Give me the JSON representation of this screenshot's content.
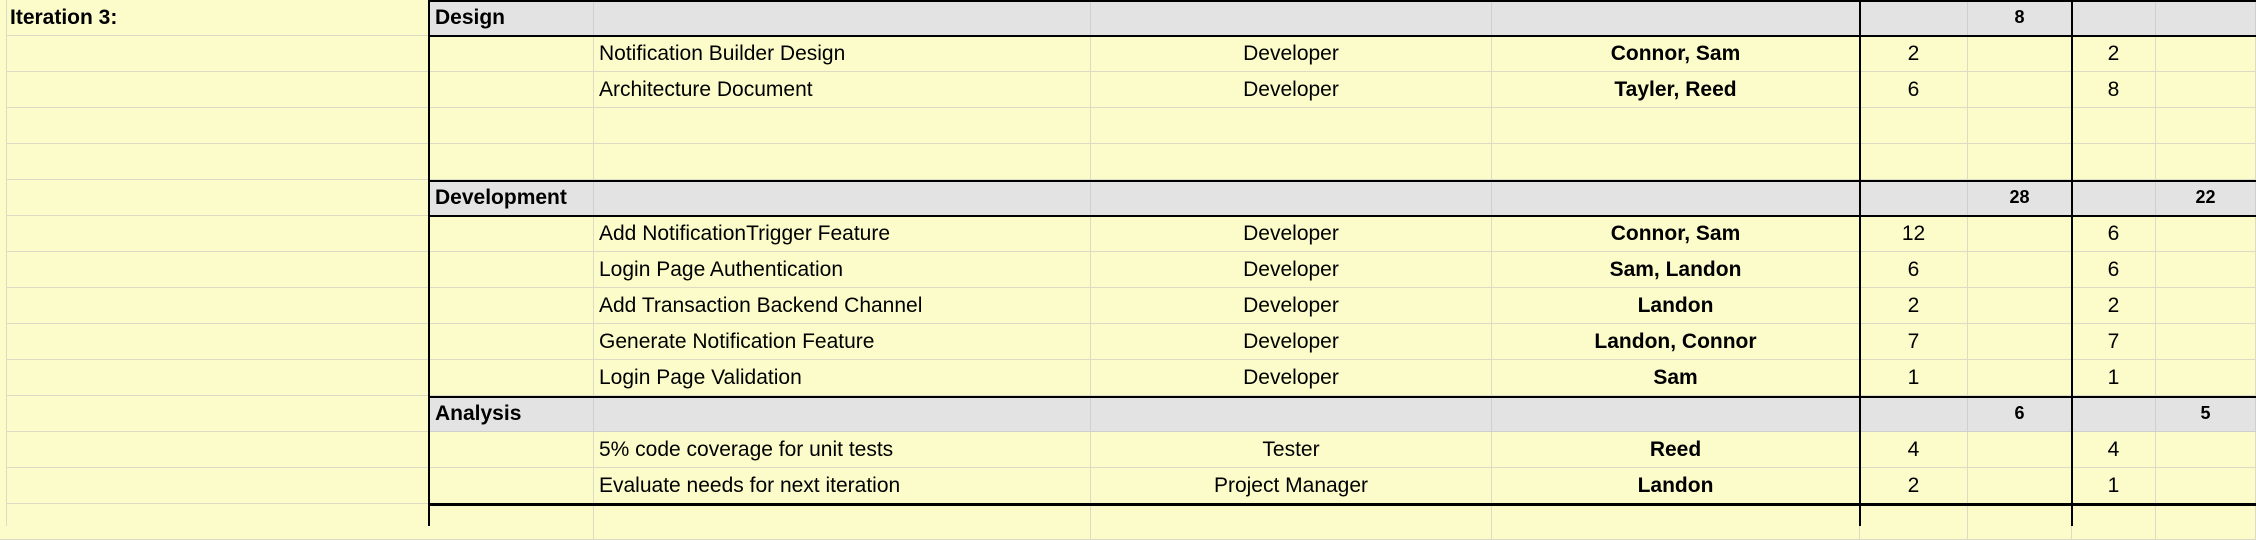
{
  "iteration_label": "Iteration 3:",
  "sections": [
    {
      "name": "Design",
      "col6_total": "8",
      "col8_total": "",
      "tasks": [
        {
          "task": "Notification Builder Design",
          "role": "Developer",
          "assignee": "Connor, Sam",
          "estimate": "2",
          "actual": "2"
        },
        {
          "task": "Architecture Document",
          "role": "Developer",
          "assignee": "Tayler, Reed",
          "estimate": "6",
          "actual": "8"
        },
        {
          "task": "",
          "role": "",
          "assignee": "",
          "estimate": "",
          "actual": ""
        },
        {
          "task": "",
          "role": "",
          "assignee": "",
          "estimate": "",
          "actual": ""
        }
      ]
    },
    {
      "name": "Development",
      "col6_total": "28",
      "col8_total": "22",
      "tasks": [
        {
          "task": "Add NotificationTrigger Feature",
          "role": "Developer",
          "assignee": "Connor, Sam",
          "estimate": "12",
          "actual": "6"
        },
        {
          "task": "Login Page Authentication",
          "role": "Developer",
          "assignee": "Sam, Landon",
          "estimate": "6",
          "actual": "6"
        },
        {
          "task": "Add Transaction Backend Channel",
          "role": "Developer",
          "assignee": "Landon",
          "estimate": "2",
          "actual": "2"
        },
        {
          "task": "Generate Notification Feature",
          "role": "Developer",
          "assignee": "Landon, Connor",
          "estimate": "7",
          "actual": "7"
        },
        {
          "task": "Login Page Validation",
          "role": "Developer",
          "assignee": "Sam",
          "estimate": "1",
          "actual": "1"
        }
      ]
    },
    {
      "name": "Analysis",
      "col6_total": "6",
      "col8_total": "5",
      "tasks": [
        {
          "task": "5% code coverage for unit tests",
          "role": "Tester",
          "assignee": "Reed",
          "estimate": "4",
          "actual": "4"
        },
        {
          "task": "Evaluate needs for next iteration",
          "role": "Project Manager",
          "assignee": "Landon",
          "estimate": "2",
          "actual": "1"
        }
      ]
    }
  ]
}
